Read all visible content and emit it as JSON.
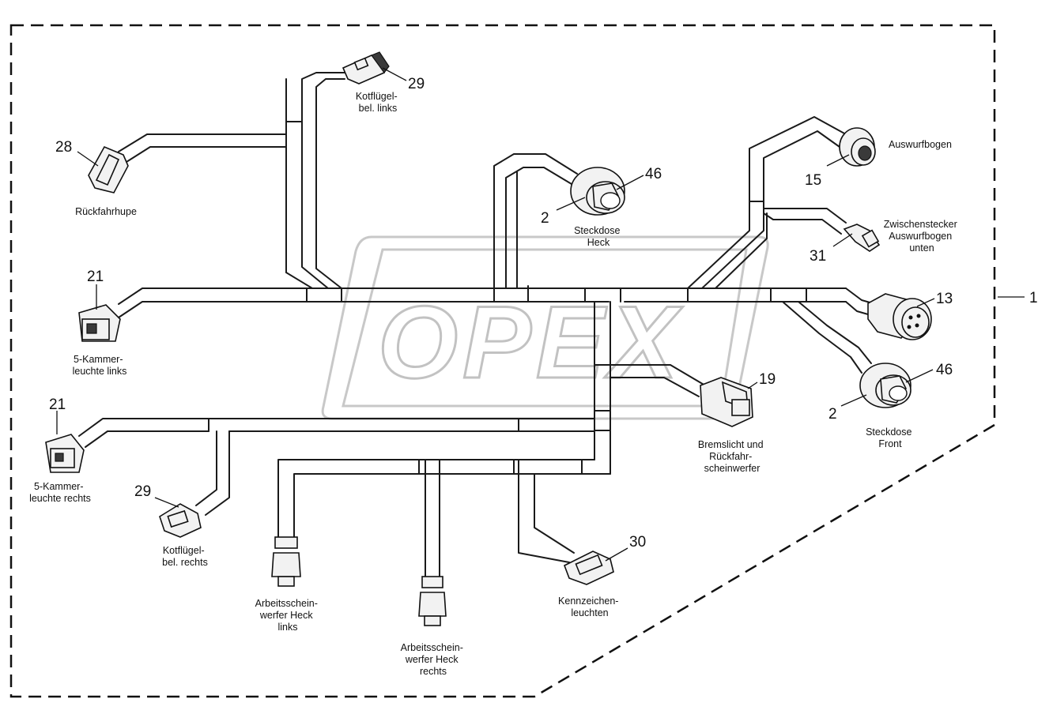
{
  "watermark": "OPEX",
  "callouts": {
    "assembly": "1",
    "c28": "28",
    "c29_top": "29",
    "c46_rear": "46",
    "c2_rear": "2",
    "c15": "15",
    "c31": "31",
    "c13": "13",
    "c46_front": "46",
    "c2_front": "2",
    "c19": "19",
    "c21_top": "21",
    "c21_bottom": "21",
    "c29_bottom": "29",
    "c30": "30"
  },
  "labels": {
    "rueckfahrhupe": "Rückfahrhupe",
    "kotfluegel_links": [
      "Kotflügel-",
      "bel. links"
    ],
    "steckdose_heck": [
      "Steckdose",
      "Heck"
    ],
    "auswurfbogen": "Auswurfbogen",
    "zwischenstecker": [
      "Zwischenstecker",
      "Auswurfbogen",
      "unten"
    ],
    "kammer_links": [
      "5-Kammer-",
      "leuchte links"
    ],
    "kammer_rechts": [
      "5-Kammer-",
      "leuchte rechts"
    ],
    "kotfluegel_rechts": [
      "Kotflügel-",
      "bel. rechts"
    ],
    "bremslicht": [
      "Bremslicht und",
      "Rückfahr-",
      "scheinwerfer"
    ],
    "steckdose_front": [
      "Steckdose",
      "Front"
    ],
    "arbeits_links": [
      "Arbeitsschein-",
      "werfer Heck",
      "links"
    ],
    "arbeits_rechts": [
      "Arbeitsschein-",
      "werfer Heck",
      "rechts"
    ],
    "kennzeichen": [
      "Kennzeichen-",
      "leuchten"
    ]
  }
}
